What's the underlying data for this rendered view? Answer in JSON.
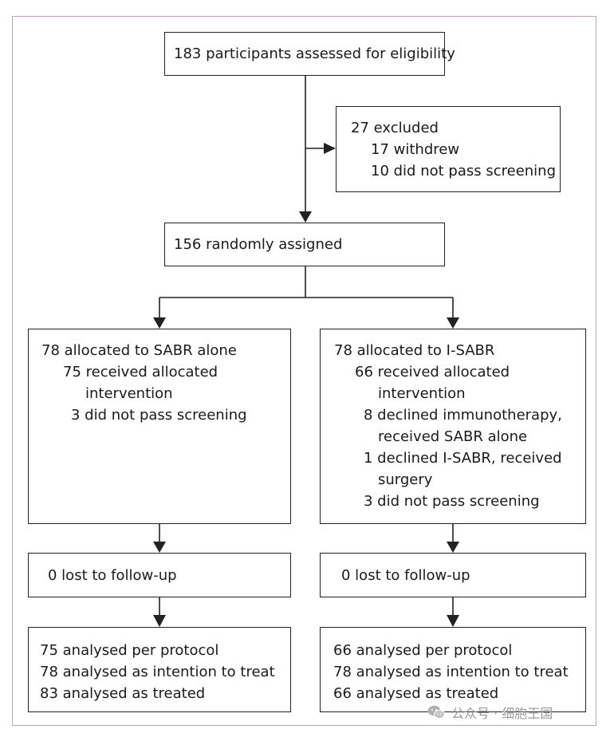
{
  "flowchart": {
    "assessed": "183 participants assessed for eligibility",
    "excluded": {
      "title": "27 excluded",
      "items": [
        "17 withdrew",
        "10 did not pass screening"
      ]
    },
    "randomised": "156 randomly assigned",
    "left_arm": {
      "allocation": {
        "title": "78 allocated to SABR alone",
        "lines": [
          "75 received allocated",
          "intervention",
          "3 did not pass screening"
        ]
      },
      "followup": "0 lost to follow-up",
      "analysis": [
        "75 analysed per protocol",
        "78 analysed as intention to treat",
        "83 analysed as treated"
      ]
    },
    "right_arm": {
      "allocation": {
        "title": "78 allocated to I-SABR",
        "lines": [
          "66 received allocated",
          "intervention",
          "8 declined immunotherapy,",
          "received SABR alone",
          "1 declined I-SABR, received",
          "surgery",
          "3 did not pass screening"
        ]
      },
      "followup": "0 lost to follow-up",
      "analysis": [
        "66 analysed per protocol",
        "78 analysed as intention to treat",
        "66 analysed as treated"
      ]
    }
  },
  "watermark": {
    "text": "公众号 · 细胞王国",
    "icon": "wechat-icon"
  },
  "colors": {
    "border": "#222222",
    "frame": "#c9a0b3",
    "watermark": "#9a9a9a"
  }
}
